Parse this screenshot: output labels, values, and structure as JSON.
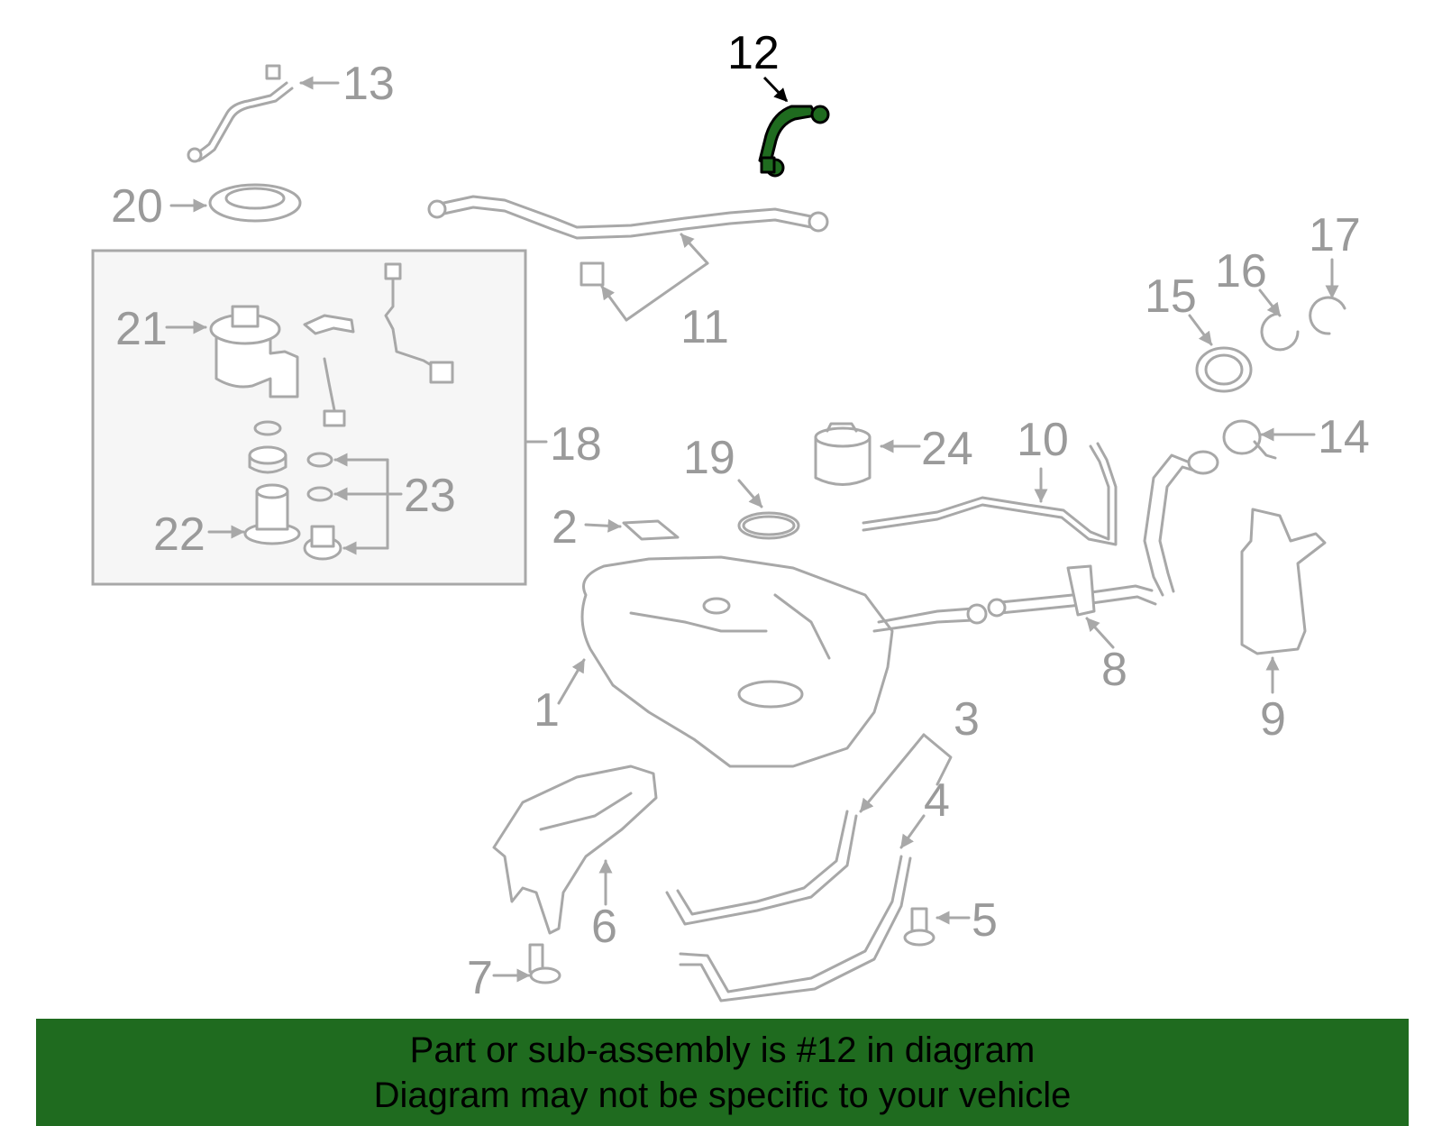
{
  "diagram": {
    "highlight_color": "#1f6b1f",
    "line_color": "#a8a8a8",
    "callouts": {
      "c1": "1",
      "c2": "2",
      "c3": "3",
      "c4": "4",
      "c5": "5",
      "c6": "6",
      "c7": "7",
      "c8": "8",
      "c9": "9",
      "c10": "10",
      "c11": "11",
      "c12": "12",
      "c13": "13",
      "c14": "14",
      "c15": "15",
      "c16": "16",
      "c17": "17",
      "c18": "18",
      "c19": "19",
      "c20": "20",
      "c21": "21",
      "c22": "22",
      "c23": "23",
      "c24": "24"
    }
  },
  "banner": {
    "line1": "Part or sub-assembly is #12 in diagram",
    "line2": "Diagram may not be specific to your vehicle",
    "background": "#1f6b1f"
  }
}
